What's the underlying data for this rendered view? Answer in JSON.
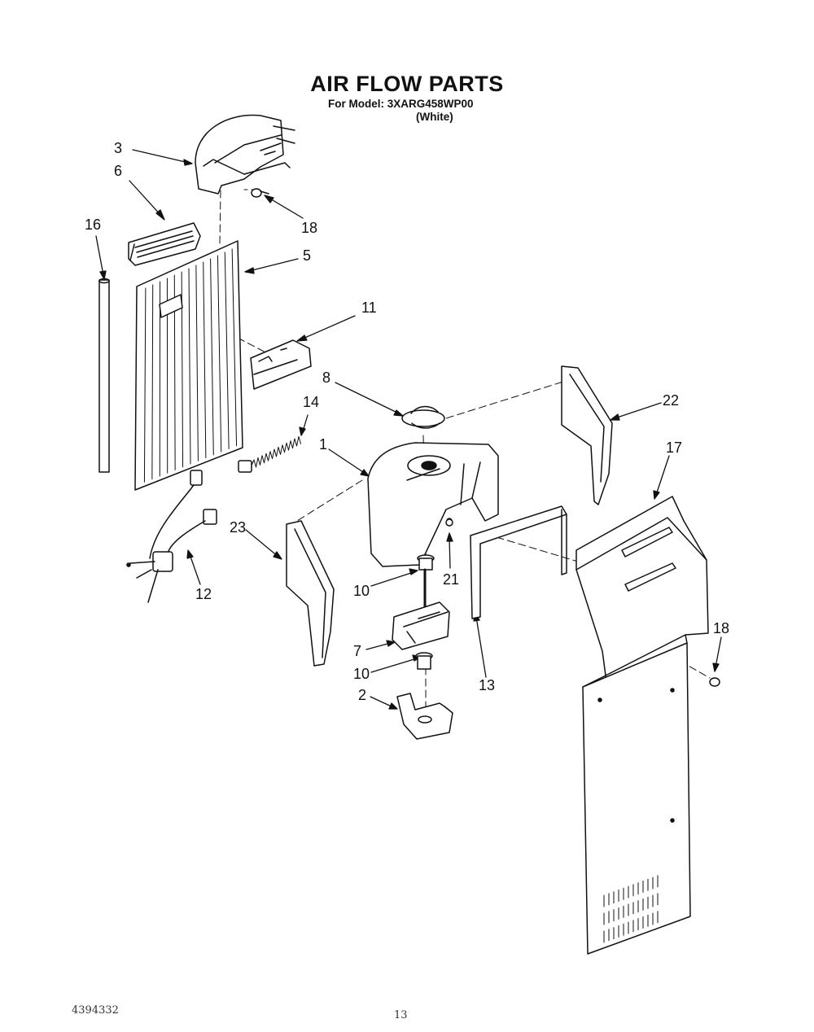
{
  "header": {
    "title": "AIR FLOW PARTS",
    "model_line": "For Model: 3XARG458WP00",
    "color_line": "(White)"
  },
  "callouts": {
    "c3": "3",
    "c6": "6",
    "c16": "16",
    "c18a": "18",
    "c5": "5",
    "c11": "11",
    "c8": "8",
    "c22": "22",
    "c14": "14",
    "c1": "1",
    "c17": "17",
    "c23": "23",
    "c21": "21",
    "c10a": "10",
    "c12": "12",
    "c18b": "18",
    "c7": "7",
    "c10b": "10",
    "c13": "13",
    "c2": "2"
  },
  "footer": {
    "doc_number": "4394332",
    "page_number": "13"
  }
}
